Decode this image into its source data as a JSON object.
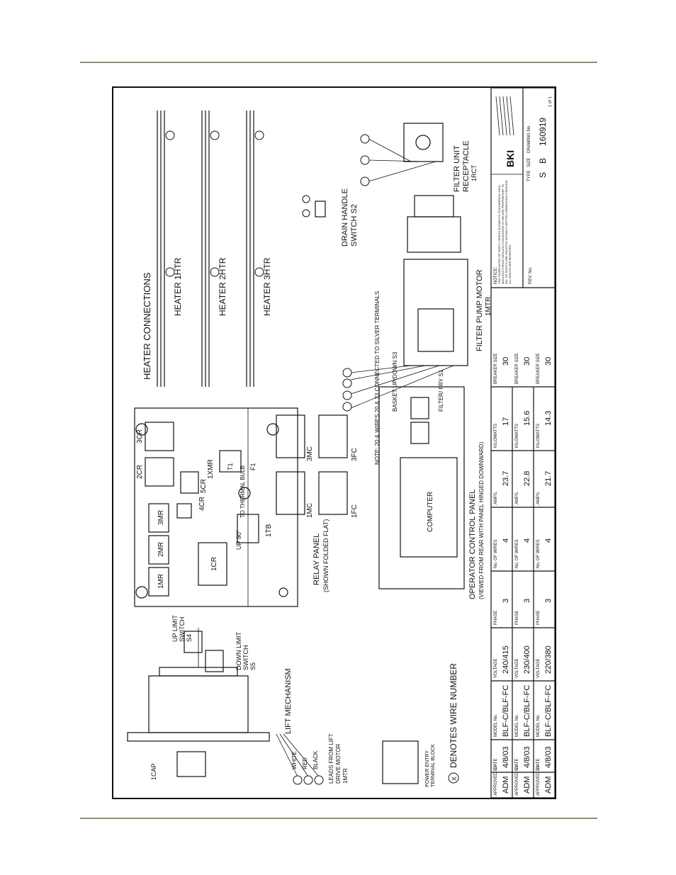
{
  "labels": {
    "heater_connections": "HEATER CONNECTIONS",
    "heater_1": "HEATER 1HTR",
    "heater_2": "HEATER 2HTR",
    "heater_3": "HEATER 3HTR",
    "drain_switch_1": "DRAIN HANDLE",
    "drain_switch_2": "SWITCH S2",
    "filter_receptacle_1": "FILTER UNIT",
    "filter_receptacle_2": "RECEPTACLE",
    "filter_receptacle_3": "1RCT",
    "filter_pump_1": "FILTER PUMP MOTOR",
    "filter_pump_2": "1MTR",
    "relay_panel_1": "RELAY PANEL",
    "relay_panel_2": "(SHOWN FOLDED FLAT)",
    "ocp_1": "OPERATOR CONTROL PANEL",
    "ocp_2": "(VIEWED FROM REAR WITH PANEL HINGED DOWNWARD)",
    "computer": "COMPUTER",
    "note": "NOTE: 20 & WIRES 20 & 23 CONNECTED TO SILVER TERMINALS",
    "lift_mechanism": "LIFT MECHANISM",
    "up_limit_1": "UP LIMIT",
    "up_limit_2": "SWITCH",
    "up_limit_3": "S4",
    "down_limit_1": "DOWN LIMIT",
    "down_limit_2": "SWITCH",
    "down_limit_3": "S5",
    "white": "WHITE",
    "red": "RED",
    "black": "BLACK",
    "leads_1": "LEADS FROM LIFT",
    "leads_2": "DRIVE MOTOR",
    "leads_3": "1MTR",
    "cap": "1CAP",
    "power_entry_1": "POWER ENTRY",
    "power_entry_2": "TERMINAL BLOCK",
    "wire_number": "DENOTES WIRE NUMBER",
    "wire_symbol": "X",
    "basket": "BASKET UP/DOWN S3",
    "filter_fry": "FILTER/ FRY S1",
    "relays": [
      "1MR",
      "2MR",
      "3MR",
      "1CR",
      "4CR",
      "5CR",
      "1XMR",
      "2CR",
      "3CR",
      "1TB",
      "1MC",
      "3MC",
      "1FC",
      "3FC",
      "F1",
      "T1"
    ],
    "thermal_bulb": "TO THERMAL BULB",
    "up_90": "UP 90°"
  },
  "table": {
    "headers": [
      "APPROVED BY",
      "DATE",
      "MODEL No.",
      "VOLTAGE",
      "PHASE",
      "No. OF WIRES",
      "AMPS.",
      "KILOWATTS",
      "BREAKER SIZE"
    ],
    "rows": [
      [
        "ADM",
        "4/8/03",
        "BLF-C/BLF-FC",
        "240/415",
        "3",
        "4",
        "23.7",
        "17",
        "30"
      ],
      [
        "ADM",
        "4/8/03",
        "BLF-C/BLF-FC",
        "230/400",
        "3",
        "4",
        "22.8",
        "15.6",
        "30"
      ],
      [
        "ADM",
        "4/8/03",
        "BLF-C/BLF-FC",
        "220/380",
        "3",
        "4",
        "21.7",
        "14.3",
        "30"
      ]
    ],
    "notice_title": "NOTICE:",
    "notice_text": "THE COMBINATION OF PARTS, DESIGN ELEMENTS, ENGINEERING DATA, MANUFACTURING DATA AND KNOWLEDGE OF BKI ARE PROPRIETARY TO BKI. NO RIGHTS ARE GRANTED WITHOUT WRITTEN PERMISSION FROM BKI. ALL RIGHTS ARE RESERVED.",
    "rev_label": "REV. No.",
    "type_label": "TYPE",
    "size_label": "SIZE",
    "drawing_label": "DRAWING No.",
    "type_value": "S",
    "size_value": "B",
    "drawing_value": "160919",
    "sheet": "1 of 1",
    "logo": "BKI"
  }
}
